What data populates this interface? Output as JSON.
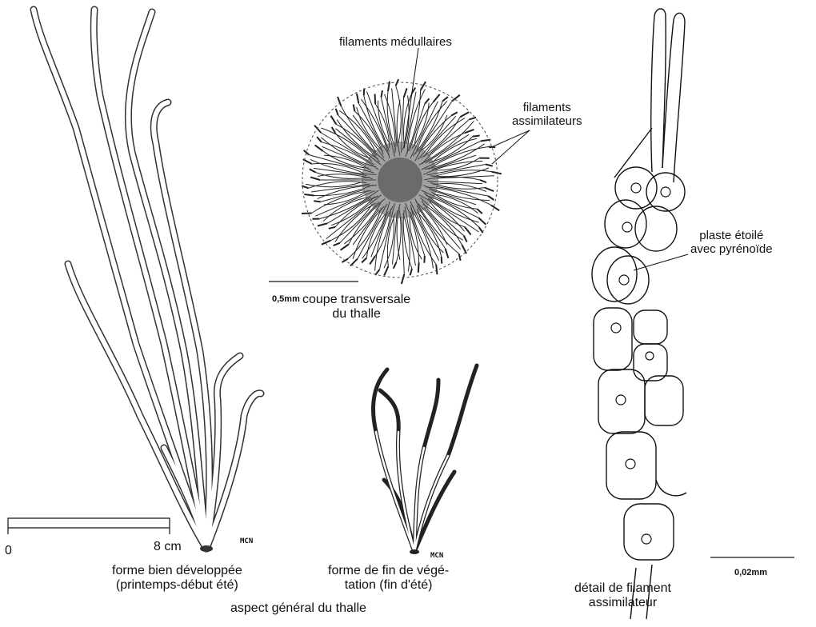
{
  "labels": {
    "filaments_medullaires": "filaments médullaires",
    "filaments_assimilateurs": [
      "filaments",
      "assimilateurs"
    ],
    "plaste": [
      "plaste étoilé",
      "avec pyrénoïde"
    ],
    "scale_section": "0,5mm",
    "coupe": [
      "coupe transversale",
      "du thalle"
    ],
    "scale_thallus_zero": "0",
    "scale_thallus_value": "8 cm",
    "mcn_1": "MCN",
    "mcn_2": "MCN",
    "forme_developpee": [
      "forme bien développée",
      "(printemps-début été)"
    ],
    "forme_fin": [
      "forme de fin de végé-",
      "tation (fin d'été)"
    ],
    "detail": [
      "détail de filament",
      "assimilateur"
    ],
    "scale_detail": "0,02mm",
    "aspect": "aspect général du thalle"
  }
}
